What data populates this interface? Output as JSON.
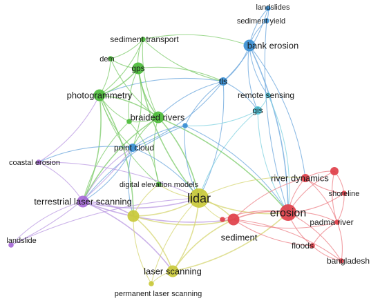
{
  "diagram": {
    "type": "co-occurrence network",
    "clusters": {
      "green": {
        "color": "#4cbb3a",
        "link_color": "#7ccb6a"
      },
      "blue": {
        "color": "#3a8fd4",
        "link_color": "#6aa6dc"
      },
      "cyan": {
        "color": "#4ec3d8",
        "link_color": "#7fd2e0"
      },
      "red": {
        "color": "#e0404a",
        "link_color": "#ec7f86"
      },
      "yellow": {
        "color": "#c9c93a",
        "link_color": "#d6d672"
      },
      "purple": {
        "color": "#a76ad8",
        "link_color": "#b998e2"
      }
    },
    "nodes": [
      {
        "id": "landslides",
        "label": "landslides",
        "cluster": "blue",
        "weight": 1
      },
      {
        "id": "sediment_yield",
        "label": "sediment yield",
        "cluster": "blue",
        "weight": 1
      },
      {
        "id": "bank_erosion",
        "label": "bank erosion",
        "cluster": "blue",
        "weight": 3
      },
      {
        "id": "tls",
        "label": "tls",
        "cluster": "blue",
        "weight": 2
      },
      {
        "id": "point_cloud",
        "label": "point cloud",
        "cluster": "blue",
        "weight": 2
      },
      {
        "id": "blue_dot",
        "label": "",
        "cluster": "blue",
        "weight": 1
      },
      {
        "id": "remote_sensing",
        "label": "remote sensing",
        "cluster": "cyan",
        "weight": 1
      },
      {
        "id": "gis",
        "label": "gis",
        "cluster": "cyan",
        "weight": 2
      },
      {
        "id": "sediment_transport",
        "label": "sediment transport",
        "cluster": "green",
        "weight": 1
      },
      {
        "id": "dem",
        "label": "dem",
        "cluster": "green",
        "weight": 1
      },
      {
        "id": "gps",
        "label": "gps",
        "cluster": "green",
        "weight": 3
      },
      {
        "id": "photogrammetry",
        "label": "photogrammetry",
        "cluster": "green",
        "weight": 3
      },
      {
        "id": "braided_rivers",
        "label": "braided rivers",
        "cluster": "green",
        "weight": 3
      },
      {
        "id": "green_dot",
        "label": "",
        "cluster": "green",
        "weight": 1
      },
      {
        "id": "digital_elevation_models",
        "label": "digital elevation models",
        "cluster": "green",
        "weight": 1
      },
      {
        "id": "coastal_erosion",
        "label": "coastal erosion",
        "cluster": "purple",
        "weight": 1
      },
      {
        "id": "terrestrial_laser_scanning",
        "label": "terrestrial laser scanning",
        "cluster": "purple",
        "weight": 3
      },
      {
        "id": "landslide",
        "label": "landslide",
        "cluster": "purple",
        "weight": 1
      },
      {
        "id": "lidar",
        "label": "lidar",
        "cluster": "yellow",
        "weight": 6
      },
      {
        "id": "yellow_hub",
        "label": "",
        "cluster": "yellow",
        "weight": 3
      },
      {
        "id": "laser_scanning",
        "label": "laser scanning",
        "cluster": "yellow",
        "weight": 3
      },
      {
        "id": "permanent_laser_scanning",
        "label": "permanent laser scanning",
        "cluster": "yellow",
        "weight": 1
      },
      {
        "id": "erosion",
        "label": "erosion",
        "cluster": "red",
        "weight": 5
      },
      {
        "id": "river_dynamics",
        "label": "river dynamics",
        "cluster": "red",
        "weight": 2
      },
      {
        "id": "shoreline",
        "label": "shoreline",
        "cluster": "red",
        "weight": 1
      },
      {
        "id": "padma_river",
        "label": "padma river",
        "cluster": "red",
        "weight": 1
      },
      {
        "id": "floods",
        "label": "floods",
        "cluster": "red",
        "weight": 1
      },
      {
        "id": "bangladesh",
        "label": "bangladesh",
        "cluster": "red",
        "weight": 1
      },
      {
        "id": "sediment",
        "label": "sediment",
        "cluster": "red",
        "weight": 3
      },
      {
        "id": "red_dot_top",
        "label": "",
        "cluster": "red",
        "weight": 2
      },
      {
        "id": "red_dot_left",
        "label": "",
        "cluster": "red",
        "weight": 1
      }
    ],
    "edges": [
      [
        "landslides",
        "sediment_yield"
      ],
      [
        "landslides",
        "bank_erosion"
      ],
      [
        "landslides",
        "tls"
      ],
      [
        "sediment_yield",
        "bank_erosion"
      ],
      [
        "bank_erosion",
        "tls"
      ],
      [
        "bank_erosion",
        "remote_sensing"
      ],
      [
        "bank_erosion",
        "erosion"
      ],
      [
        "bank_erosion",
        "gis"
      ],
      [
        "bank_erosion",
        "river_dynamics"
      ],
      [
        "sediment_yield",
        "erosion"
      ],
      [
        "tls",
        "gis"
      ],
      [
        "tls",
        "blue_dot"
      ],
      [
        "tls",
        "point_cloud"
      ],
      [
        "tls",
        "photogrammetry"
      ],
      [
        "tls",
        "lidar"
      ],
      [
        "tls",
        "braided_rivers"
      ],
      [
        "remote_sensing",
        "gis"
      ],
      [
        "gis",
        "erosion"
      ],
      [
        "gis",
        "blue_dot"
      ],
      [
        "gis",
        "lidar"
      ],
      [
        "remote_sensing",
        "erosion"
      ],
      [
        "sediment_transport",
        "gps"
      ],
      [
        "sediment_transport",
        "dem"
      ],
      [
        "sediment_transport",
        "braided_rivers"
      ],
      [
        "sediment_transport",
        "photogrammetry"
      ],
      [
        "sediment_transport",
        "tls"
      ],
      [
        "sediment_transport",
        "bank_erosion"
      ],
      [
        "dem",
        "gps"
      ],
      [
        "dem",
        "photogrammetry"
      ],
      [
        "dem",
        "braided_rivers"
      ],
      [
        "gps",
        "photogrammetry"
      ],
      [
        "gps",
        "braided_rivers"
      ],
      [
        "gps",
        "tls"
      ],
      [
        "gps",
        "green_dot"
      ],
      [
        "gps",
        "point_cloud"
      ],
      [
        "gps",
        "lidar"
      ],
      [
        "photogrammetry",
        "braided_rivers"
      ],
      [
        "photogrammetry",
        "point_cloud"
      ],
      [
        "photogrammetry",
        "terrestrial_laser_scanning"
      ],
      [
        "photogrammetry",
        "digital_elevation_models"
      ],
      [
        "photogrammetry",
        "yellow_hub"
      ],
      [
        "photogrammetry",
        "green_dot"
      ],
      [
        "braided_rivers",
        "green_dot"
      ],
      [
        "braided_rivers",
        "point_cloud"
      ],
      [
        "braided_rivers",
        "lidar"
      ],
      [
        "braided_rivers",
        "digital_elevation_models"
      ],
      [
        "braided_rivers",
        "erosion"
      ],
      [
        "braided_rivers",
        "terrestrial_laser_scanning"
      ],
      [
        "green_dot",
        "digital_elevation_models"
      ],
      [
        "green_dot",
        "terrestrial_laser_scanning"
      ],
      [
        "point_cloud",
        "terrestrial_laser_scanning"
      ],
      [
        "point_cloud",
        "yellow_hub"
      ],
      [
        "point_cloud",
        "lidar"
      ],
      [
        "point_cloud",
        "coastal_erosion"
      ],
      [
        "point_cloud",
        "blue_dot"
      ],
      [
        "blue_dot",
        "lidar"
      ],
      [
        "blue_dot",
        "erosion"
      ],
      [
        "blue_dot",
        "terrestrial_laser_scanning"
      ],
      [
        "coastal_erosion",
        "terrestrial_laser_scanning"
      ],
      [
        "coastal_erosion",
        "photogrammetry"
      ],
      [
        "coastal_erosion",
        "lidar"
      ],
      [
        "terrestrial_laser_scanning",
        "landslide"
      ],
      [
        "terrestrial_laser_scanning",
        "yellow_hub"
      ],
      [
        "terrestrial_laser_scanning",
        "lidar"
      ],
      [
        "terrestrial_laser_scanning",
        "laser_scanning"
      ],
      [
        "terrestrial_laser_scanning",
        "sediment"
      ],
      [
        "terrestrial_laser_scanning",
        "point_cloud"
      ],
      [
        "landslide",
        "point_cloud"
      ],
      [
        "landslide",
        "lidar"
      ],
      [
        "yellow_hub",
        "lidar"
      ],
      [
        "yellow_hub",
        "laser_scanning"
      ],
      [
        "yellow_hub",
        "permanent_laser_scanning"
      ],
      [
        "yellow_hub",
        "digital_elevation_models"
      ],
      [
        "yellow_hub",
        "sediment"
      ],
      [
        "lidar",
        "laser_scanning"
      ],
      [
        "lidar",
        "permanent_laser_scanning"
      ],
      [
        "lidar",
        "digital_elevation_models"
      ],
      [
        "lidar",
        "erosion"
      ],
      [
        "lidar",
        "sediment"
      ],
      [
        "lidar",
        "red_dot_left"
      ],
      [
        "lidar",
        "river_dynamics"
      ],
      [
        "laser_scanning",
        "permanent_laser_scanning"
      ],
      [
        "laser_scanning",
        "sediment"
      ],
      [
        "laser_scanning",
        "erosion"
      ],
      [
        "erosion",
        "river_dynamics"
      ],
      [
        "erosion",
        "shoreline"
      ],
      [
        "erosion",
        "padma_river"
      ],
      [
        "erosion",
        "floods"
      ],
      [
        "erosion",
        "bangladesh"
      ],
      [
        "erosion",
        "sediment"
      ],
      [
        "erosion",
        "red_dot_top"
      ],
      [
        "erosion",
        "red_dot_left"
      ],
      [
        "river_dynamics",
        "red_dot_top"
      ],
      [
        "river_dynamics",
        "shoreline"
      ],
      [
        "river_dynamics",
        "padma_river"
      ],
      [
        "river_dynamics",
        "sediment"
      ],
      [
        "red_dot_top",
        "shoreline"
      ],
      [
        "red_dot_top",
        "padma_river"
      ],
      [
        "shoreline",
        "padma_river"
      ],
      [
        "padma_river",
        "floods"
      ],
      [
        "padma_river",
        "bangladesh"
      ],
      [
        "floods",
        "bangladesh"
      ],
      [
        "sediment",
        "red_dot_left"
      ],
      [
        "sediment",
        "floods"
      ],
      [
        "sediment",
        "bangladesh"
      ],
      [
        "sediment",
        "padma_river"
      ]
    ]
  }
}
